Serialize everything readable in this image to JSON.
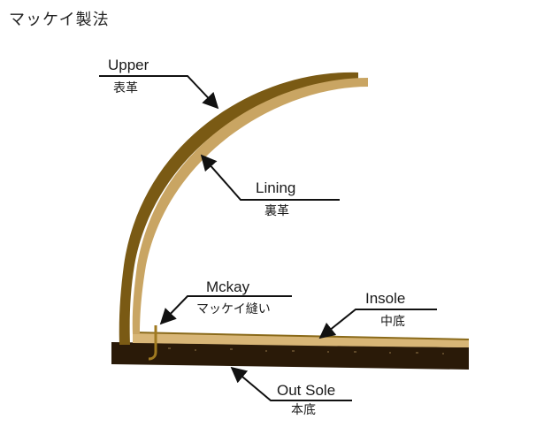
{
  "title": "マッケイ製法",
  "labels": {
    "upper": {
      "en": "Upper",
      "jp": "表革"
    },
    "lining": {
      "en": "Lining",
      "jp": "裏革"
    },
    "mckay": {
      "en": "Mckay",
      "jp": "マッケイ縫い"
    },
    "insole": {
      "en": "Insole",
      "jp": "中底"
    },
    "outsole": {
      "en": "Out Sole",
      "jp": "本底"
    }
  },
  "colors": {
    "upper": "#7a5a14",
    "lining": "#c9a563",
    "insole": "#d8b677",
    "outsole": "#2a1a08",
    "stitch": "#8a6a1a"
  }
}
